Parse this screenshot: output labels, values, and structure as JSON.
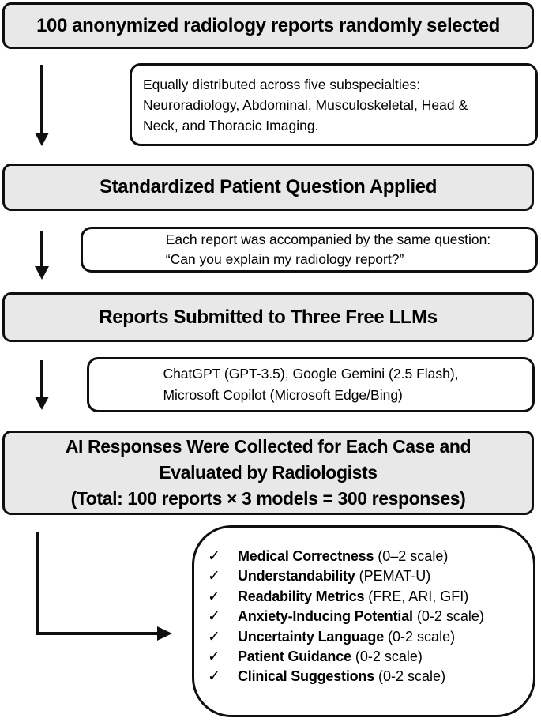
{
  "colors": {
    "header_fill": "#e8e8e8",
    "border": "#0f0f0f",
    "background": "#ffffff"
  },
  "headers": {
    "step1": "100 anonymized radiology reports randomly selected",
    "step2": "Standardized Patient Question Applied",
    "step3": "Reports Submitted to Three Free LLMs",
    "step4_line1": "AI Responses Were Collected for Each Case and",
    "step4_line2": "Evaluated by Radiologists",
    "step4_line3": "(Total: 100 reports × 3 models = 300 responses)"
  },
  "notes": {
    "note1_line1": "Equally distributed across five subspecialties:",
    "note1_line2": "Neuroradiology, Abdominal, Musculoskeletal, Head &",
    "note1_line3": "Neck, and Thoracic Imaging.",
    "note2_line1": "Each report was accompanied by the same question:",
    "note2_line2": "“Can you explain my radiology report?”",
    "note3_line1": "ChatGPT (GPT-3.5), Google Gemini (2.5 Flash),",
    "note3_line2": "Microsoft Copilot (Microsoft Edge/Bing)"
  },
  "checklist": {
    "check_glyph": "✓",
    "items": [
      {
        "label": "Medical Correctness",
        "detail": " (0–2 scale)"
      },
      {
        "label": "Understandability",
        "detail": " (PEMAT-U)"
      },
      {
        "label": "Readability Metrics",
        "detail": " (FRE, ARI, GFI)"
      },
      {
        "label": "Anxiety-Inducing Potential",
        "detail": " (0-2 scale)"
      },
      {
        "label": "Uncertainty Language",
        "detail": " (0-2 scale)"
      },
      {
        "label": "Patient Guidance",
        "detail": " (0-2 scale)"
      },
      {
        "label": "Clinical Suggestions",
        "detail": " (0-2 scale)"
      }
    ]
  }
}
